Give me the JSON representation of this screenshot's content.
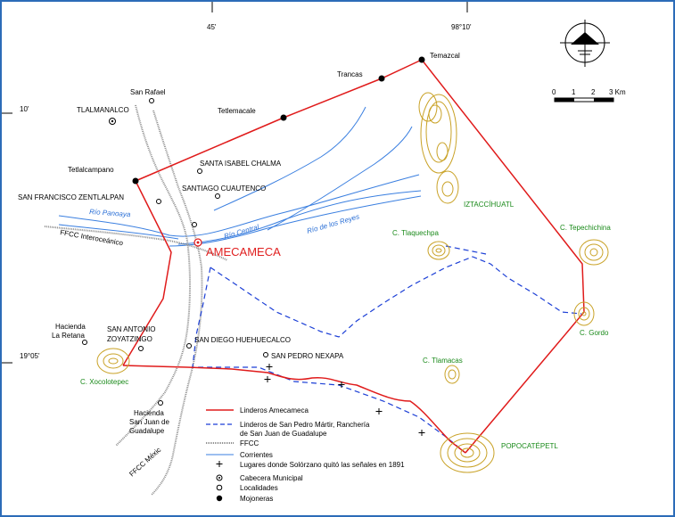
{
  "coords": {
    "top": [
      "45'",
      "98°10'"
    ],
    "left": [
      "10'",
      "19°05'"
    ]
  },
  "scale": {
    "ticks": [
      "0",
      "1",
      "2",
      "3 Km"
    ]
  },
  "mojoneras": [
    "Temazcal",
    "Trancas",
    "Tetlemacale",
    "Tetlalcampano"
  ],
  "cabecera": "TLALMANALCO",
  "localidades": [
    "San Rafael",
    "SANTA ISABEL CHALMA",
    "SAN FRANCISCO ZENTLALPAN",
    "SANTIAGO CUAUTENCO",
    "Hacienda La Retana",
    "SAN ANTONIO ZOYATZINGO",
    "SAN DIEGO HUEHUECALCO",
    "SAN PEDRO NEXAPA",
    "Hacienda San Juan de Guadalupe"
  ],
  "hacienda_retana": [
    "Hacienda",
    "La Retana"
  ],
  "san_antonio": [
    "SAN ANTONIO",
    "ZOYATZINGO"
  ],
  "hacienda_sanjuan": [
    "Hacienda",
    "San Juan de",
    "Guadalupe"
  ],
  "town": "AMECAMECA",
  "rivers": [
    "Río Panoaya",
    "Río Central",
    "Río de los Reyes"
  ],
  "railways": [
    "FFCC Interoceánico",
    "FFCC Méxic"
  ],
  "peaks": [
    "IZTACCÍHUATL",
    "C. Tlaquechpa",
    "C. Tepechichina",
    "C. Gordo",
    "C. Tlamacas",
    "C. Xocolotepec",
    "POPOCATÉPETL"
  ],
  "legend": {
    "linderos": "Linderos Amecameca",
    "linderos_sp_1": "Linderos de San Pedro Mártir, Ranchería",
    "linderos_sp_2": "de San Juan de Guadalupe",
    "ffcc": "FFCC",
    "corrientes": "Corrientes",
    "lugares": "Lugares donde Solórzano quitó las señales en 1891",
    "cabecera": "Cabecera Municipal",
    "localidades": "Localidades",
    "mojoneras": "Mojoneras"
  },
  "colors": {
    "boundary": "#e01b1b",
    "dashed": "#1c3fd6",
    "river": "#3a7fe0",
    "rail": "#8c8c8c",
    "contour": "#c9a227",
    "peak_label": "#1a8a1a",
    "town": "#e02020",
    "frame": "#2c6cb8"
  }
}
